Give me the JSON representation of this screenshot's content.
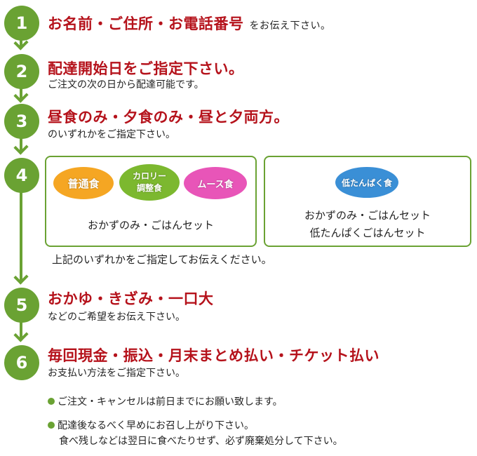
{
  "steps": [
    {
      "number": "1",
      "title": "お名前・ご住所・お電話番号",
      "title_suffix": "をお伝え下さい。"
    },
    {
      "number": "2",
      "title": "配達開始日をご指定下さい。",
      "subtitle": "ご注文の次の日から配達可能です。"
    },
    {
      "number": "3",
      "title": "昼食のみ・夕食のみ・昼と夕両方。",
      "subtitle": "のいずれかをご指定下さい。"
    },
    {
      "number": "4",
      "instruction": "上記のいずれかをご指定してお伝えください。"
    },
    {
      "number": "5",
      "title": "おかゆ・きざみ・一口大",
      "subtitle": "などのご希望をお伝え下さい。"
    },
    {
      "number": "6",
      "title": "毎回現金・振込・月末まとめ払い・チケット払い",
      "subtitle": "お支払い方法をご指定下さい。"
    }
  ],
  "meal_box_left": {
    "badges": [
      {
        "label": "普通食",
        "color": "#f5a623"
      },
      {
        "label_line1": "カロリー",
        "label_line2": "調整食",
        "color": "#7cb82f"
      },
      {
        "label": "ムース食",
        "color": "#e855b8"
      }
    ],
    "caption": "おかずのみ・ごはんセット"
  },
  "meal_box_right": {
    "badges": [
      {
        "label": "低たんぱく食",
        "color": "#3a8fd6"
      }
    ],
    "caption_line1": "おかずのみ・ごはんセット",
    "caption_line2": "低たんぱくごはんセット"
  },
  "notes": [
    {
      "text": "ご注文・キャンセルは前日までにお願い致します。"
    },
    {
      "text": "配達後なるべく早めにお召し上がり下さい。",
      "text2": "食べ残しなどは翌日に食べたりせず、必ず廃棄処分して下さい。"
    }
  ],
  "colors": {
    "accent": "#6aa233",
    "title": "#b5121b"
  }
}
